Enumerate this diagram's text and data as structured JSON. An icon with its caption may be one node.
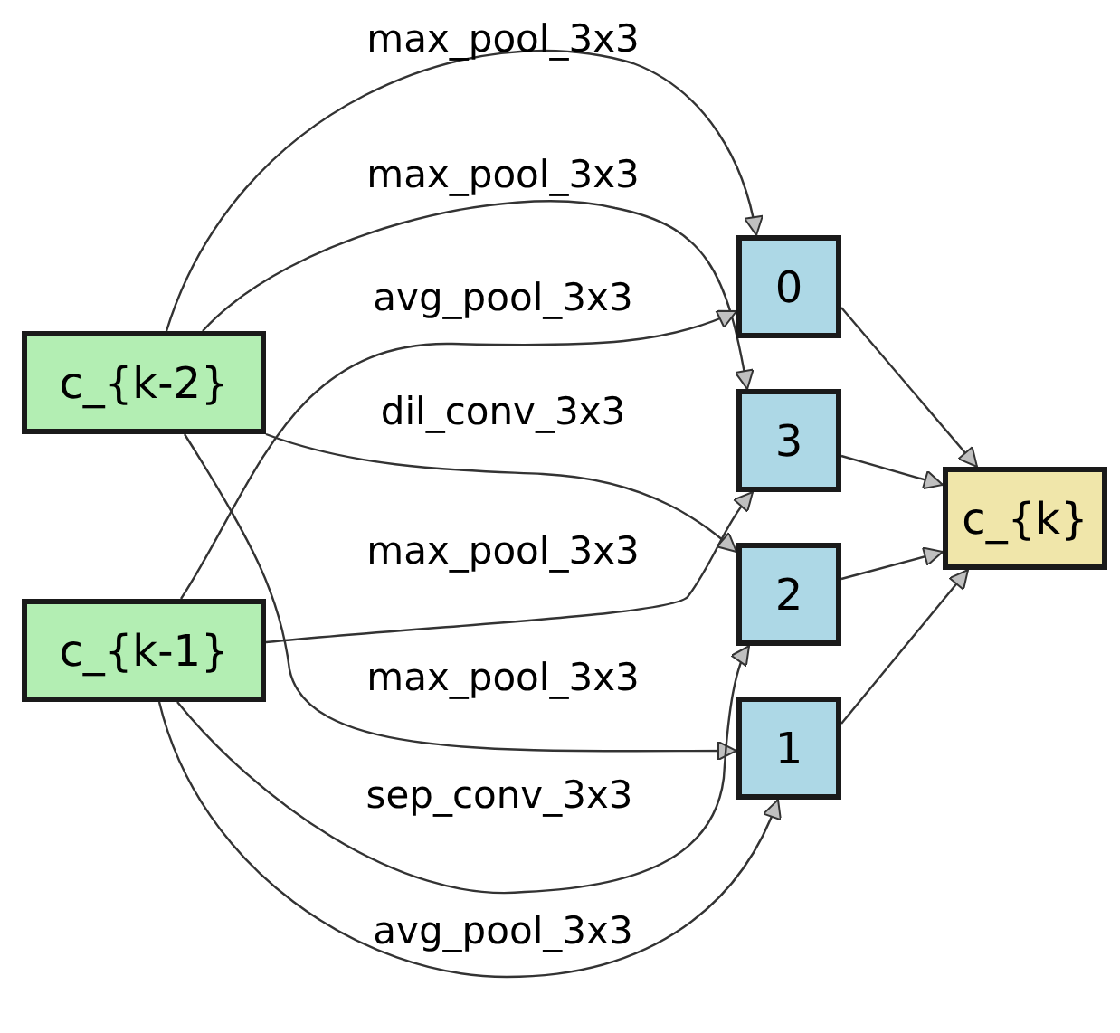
{
  "diagram": {
    "nodes": [
      {
        "text": [
          "c_{k-2}"
        ]
      },
      {
        "text": [
          "c_{k-1}"
        ]
      },
      {
        "text": [
          "0"
        ]
      },
      {
        "text": [
          "3"
        ]
      },
      {
        "text": [
          "2"
        ]
      },
      {
        "text": [
          "1"
        ]
      },
      {
        "text": [
          "c_{k}"
        ]
      }
    ],
    "edges": [
      {
        "from": 0,
        "to": 2,
        "arrow": "to",
        "label": "max_pool_3x3"
      },
      {
        "from": 0,
        "to": 3,
        "arrow": "to",
        "label": "max_pool_3x3"
      },
      {
        "from": 1,
        "to": 2,
        "arrow": "to",
        "label": "avg_pool_3x3"
      },
      {
        "from": 0,
        "to": 4,
        "arrow": "to",
        "label": "dil_conv_3x3"
      },
      {
        "from": 1,
        "to": 3,
        "arrow": "to",
        "label": "max_pool_3x3"
      },
      {
        "from": 0,
        "to": 5,
        "arrow": "to",
        "label": "max_pool_3x3"
      },
      {
        "from": 1,
        "to": 4,
        "arrow": "to",
        "label": "sep_conv_3x3"
      },
      {
        "from": 1,
        "to": 5,
        "arrow": "to",
        "label": "avg_pool_3x3"
      },
      {
        "from": 2,
        "to": 6,
        "arrow": "to"
      },
      {
        "from": 3,
        "to": 6,
        "arrow": "to"
      },
      {
        "from": 4,
        "to": 6,
        "arrow": "to"
      },
      {
        "from": 5,
        "to": 6,
        "arrow": "to"
      }
    ]
  }
}
